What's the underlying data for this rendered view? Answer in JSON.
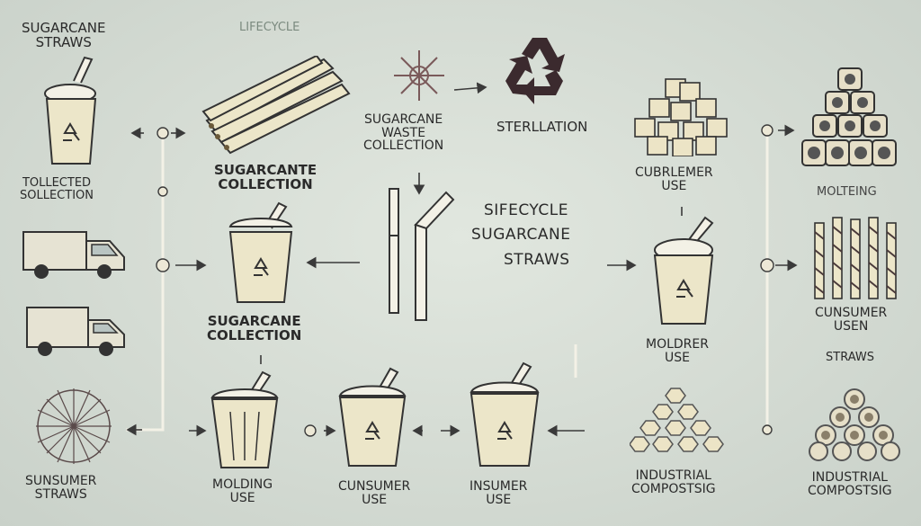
{
  "labels": {
    "top_title": "SUGARCANE\nSTRAWS",
    "top_lifecycle": "LIFECYCLE",
    "tollected": "TOLLECTED\nSOLLECTION",
    "sugarcante": "SUGARCANTE\nCOLLECTION",
    "waste": "SUGARCANE\nWASTE\nCOLLECTION",
    "sterilation": "STERLLATION",
    "cubrlemer": "CUBRLEMER\nUSE",
    "molteing": "MOLTEING",
    "center_1": "SIFECYCLE",
    "center_2": "SUGARCANE",
    "center_3": "STRAWS",
    "mid_collection": "SUGARCANE\nCOLLECTION",
    "moldrer": "MOLDRER\nUSE",
    "cunsumer_usen": "CUNSUMER\nUSEN",
    "straws_right": "STRAWS",
    "sunsumer": "SUNSUMER\nSTRAWS",
    "molding": "MOLDING\nUSE",
    "cunsumer": "CUNSUMER\nUSE",
    "insumer": "INSUMER\nUSE",
    "industrial_1": "INDUSTRIAL\nCOMPOSTSIG",
    "industrial_2": "INDUSTRIAL\nCOMPOSTSIG"
  },
  "icons": [
    "cup-icon",
    "straws-bundle-icon",
    "snowflake-icon",
    "recycle-icon",
    "cubes-icon",
    "pipes-pyramid-icon",
    "van-icon",
    "truck-icon",
    "bin-icon",
    "straw-icon",
    "bent-straw-icon",
    "striped-straws-icon",
    "fiber-disc-icon",
    "hexagon-pile-icon",
    "pipes-pile-icon"
  ],
  "colors": {
    "background": "#d5dcd4",
    "ink": "#2a2a2a",
    "cream": "#ece6c9",
    "recycle": "#3b2a2e"
  }
}
